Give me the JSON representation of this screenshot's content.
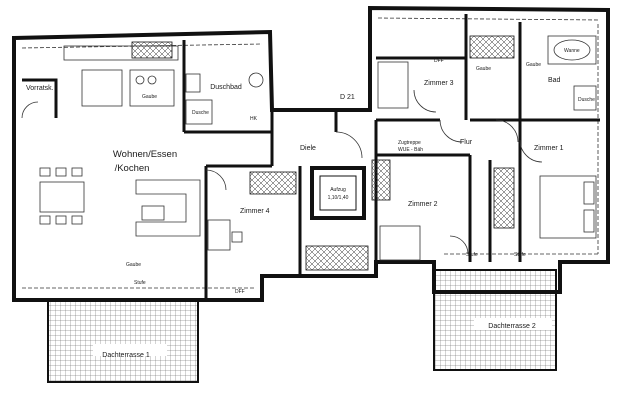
{
  "rooms": {
    "wohnen_line1": "Wohnen/Essen",
    "wohnen_line2": "/Kochen",
    "duschbad": "Duschbad",
    "vorratsk": "Vorratsk.",
    "diele": "Diele",
    "zimmer4": "Zimmer 4",
    "zimmer3": "Zimmer 3",
    "zimmer2": "Zimmer 2",
    "zimmer1": "Zimmer 1",
    "flur": "Flur",
    "bad": "Bad"
  },
  "terraces": {
    "dachterrasse1": "Dachterrasse 1",
    "dachterrasse2": "Dachterrasse 2"
  },
  "marks": {
    "elevator_line1": "Aufzug",
    "elevator_line2": "1,10/1,40",
    "dimension_label": "D 21",
    "zugtreppe_line1": "Zugtreppe",
    "zugtreppe_line2": "WUE - Bäh",
    "hk": "HK",
    "dff": "DFF",
    "stufe": "Stufe",
    "galerie": "Gaube",
    "dusche": "Dusche",
    "wanne": "Wanne",
    "lueftung": "Lüftung"
  },
  "colors": {
    "wall": "#111111",
    "line": "#333333",
    "terrace_grid": "#555555"
  }
}
